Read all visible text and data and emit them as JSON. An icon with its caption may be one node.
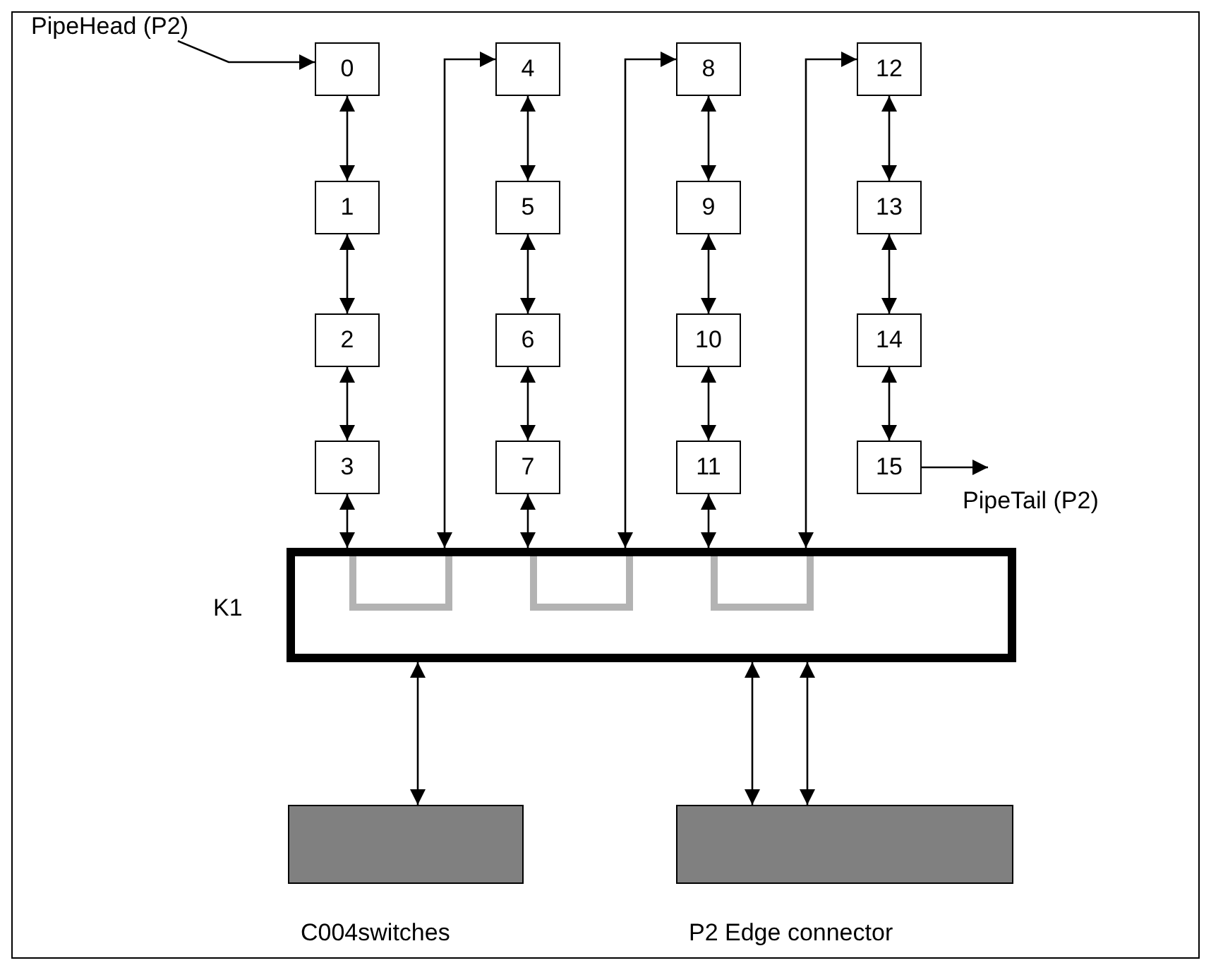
{
  "diagram": {
    "nodes": [
      {
        "text": [
          "PipeHead (P2)"
        ]
      },
      {
        "text": [
          "0"
        ]
      },
      {
        "text": [
          "1"
        ]
      },
      {
        "text": [
          "2"
        ]
      },
      {
        "text": [
          "3"
        ]
      },
      {
        "text": [
          "4"
        ]
      },
      {
        "text": [
          "5"
        ]
      },
      {
        "text": [
          "6"
        ]
      },
      {
        "text": [
          "7"
        ]
      },
      {
        "text": [
          "8"
        ]
      },
      {
        "text": [
          "9"
        ]
      },
      {
        "text": [
          "10"
        ]
      },
      {
        "text": [
          "11"
        ]
      },
      {
        "text": [
          "12"
        ]
      },
      {
        "text": [
          "13"
        ]
      },
      {
        "text": [
          "14"
        ]
      },
      {
        "text": [
          "15"
        ]
      },
      {
        "text": [
          "K1"
        ]
      },
      {
        "text": [
          "C004switches"
        ]
      },
      {
        "text": [
          "P2 Edge connector"
        ]
      },
      {
        "text": [
          "PipeTail (P2)"
        ]
      }
    ],
    "edges": [
      {
        "from": 0,
        "to": 1,
        "arrow": "to"
      },
      {
        "from": 1,
        "to": 2,
        "arrow": "both"
      },
      {
        "from": 2,
        "to": 3,
        "arrow": "both"
      },
      {
        "from": 3,
        "to": 4,
        "arrow": "both"
      },
      {
        "from": 5,
        "to": 6,
        "arrow": "both"
      },
      {
        "from": 6,
        "to": 7,
        "arrow": "both"
      },
      {
        "from": 7,
        "to": 8,
        "arrow": "both"
      },
      {
        "from": 9,
        "to": 10,
        "arrow": "both"
      },
      {
        "from": 10,
        "to": 11,
        "arrow": "both"
      },
      {
        "from": 11,
        "to": 12,
        "arrow": "both"
      },
      {
        "from": 13,
        "to": 14,
        "arrow": "both"
      },
      {
        "from": 14,
        "to": 15,
        "arrow": "both"
      },
      {
        "from": 15,
        "to": 16,
        "arrow": "both"
      },
      {
        "from": 4,
        "to": 17,
        "arrow": "both"
      },
      {
        "from": 17,
        "to": 5,
        "arrow": "both"
      },
      {
        "from": 8,
        "to": 17,
        "arrow": "both"
      },
      {
        "from": 17,
        "to": 9,
        "arrow": "both"
      },
      {
        "from": 12,
        "to": 17,
        "arrow": "both"
      },
      {
        "from": 17,
        "to": 13,
        "arrow": "both"
      },
      {
        "from": 16,
        "to": 20,
        "arrow": "to"
      },
      {
        "from": 17,
        "to": 18,
        "arrow": "both"
      },
      {
        "from": 17,
        "to": 19,
        "arrow": "both"
      },
      {
        "from": 17,
        "to": 19,
        "arrow": "both"
      }
    ]
  }
}
